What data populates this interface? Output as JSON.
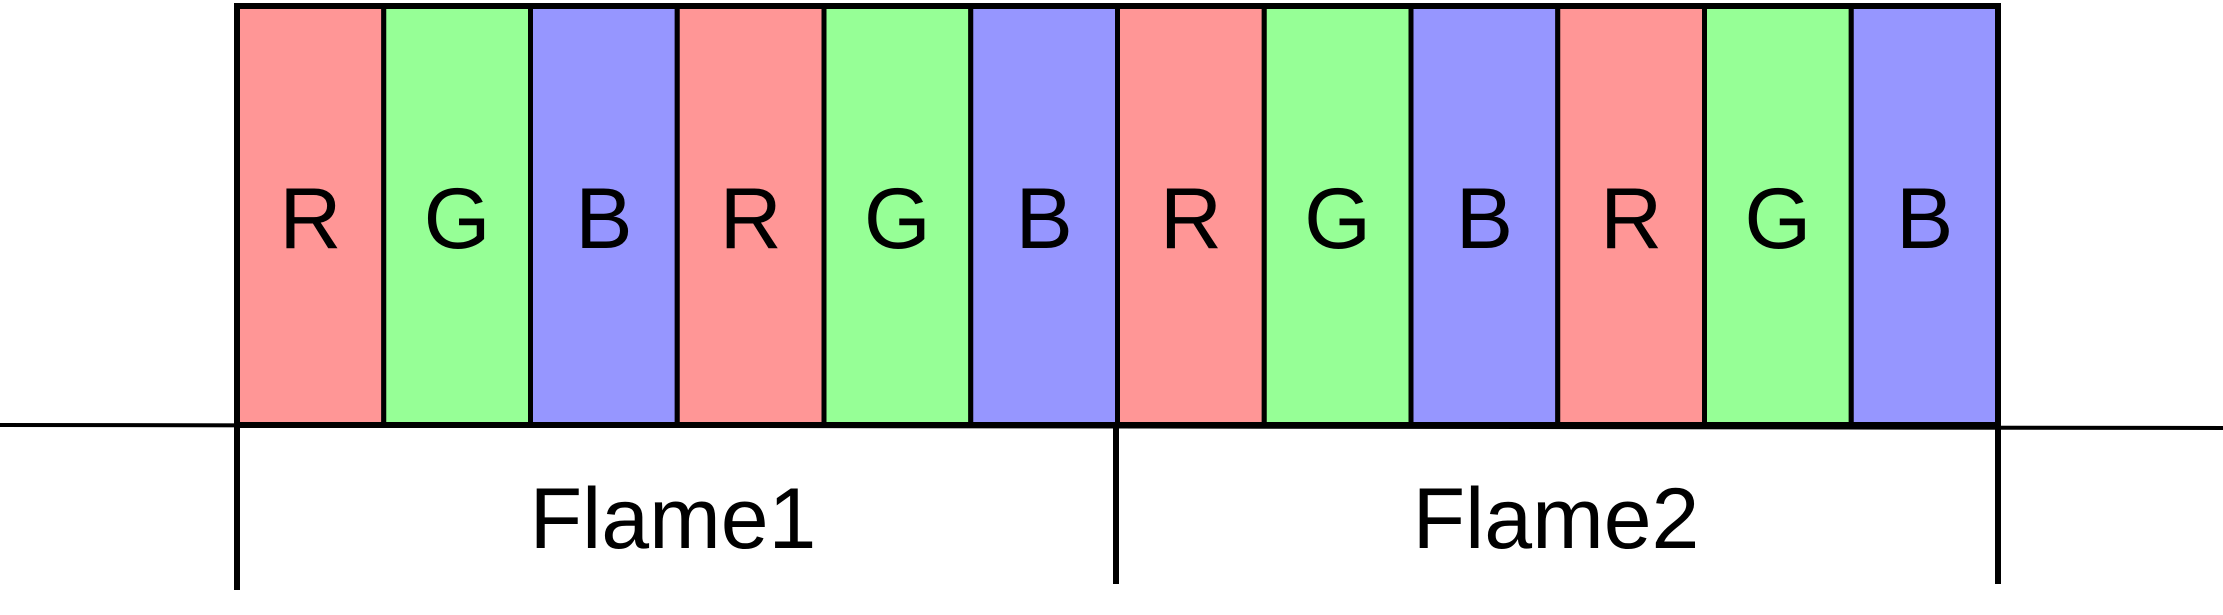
{
  "colors": {
    "R": "#ff9696",
    "G": "#96ff96",
    "B": "#9696ff",
    "stroke": "#000000",
    "background": "#ffffff"
  },
  "cells": [
    {
      "label": "R",
      "color_key": "R"
    },
    {
      "label": "G",
      "color_key": "G"
    },
    {
      "label": "B",
      "color_key": "B"
    },
    {
      "label": "R",
      "color_key": "R"
    },
    {
      "label": "G",
      "color_key": "G"
    },
    {
      "label": "B",
      "color_key": "B"
    },
    {
      "label": "R",
      "color_key": "R"
    },
    {
      "label": "G",
      "color_key": "G"
    },
    {
      "label": "B",
      "color_key": "B"
    },
    {
      "label": "R",
      "color_key": "R"
    },
    {
      "label": "G",
      "color_key": "G"
    },
    {
      "label": "B",
      "color_key": "B"
    }
  ],
  "frames": [
    {
      "label": "Flame1"
    },
    {
      "label": "Flame2"
    }
  ]
}
